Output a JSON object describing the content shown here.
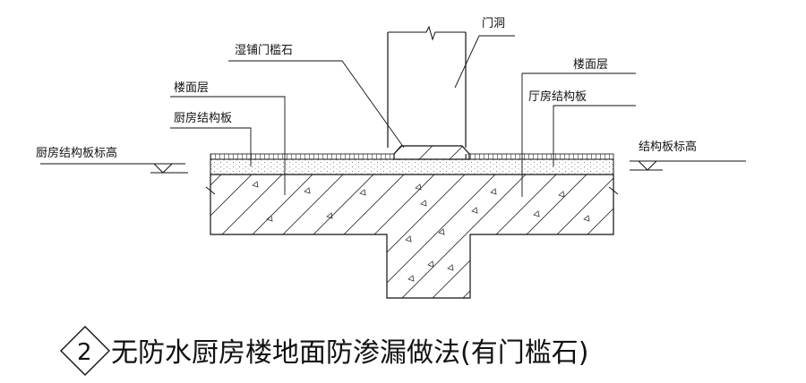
{
  "labels": {
    "door_opening": "门洞",
    "wet_threshold": "湿铺门槛石",
    "floor_layer_left": "楼面层",
    "kitchen_slab": "厨房结构板",
    "kitchen_slab_elevation": "厨房结构板标高",
    "floor_layer_right": "楼面层",
    "hall_slab": "厅房结构板",
    "slab_elevation": "结构板标高"
  },
  "caption": {
    "number": "2",
    "title": "无防水厨房楼地面防渗漏做法(有门槛石)"
  }
}
